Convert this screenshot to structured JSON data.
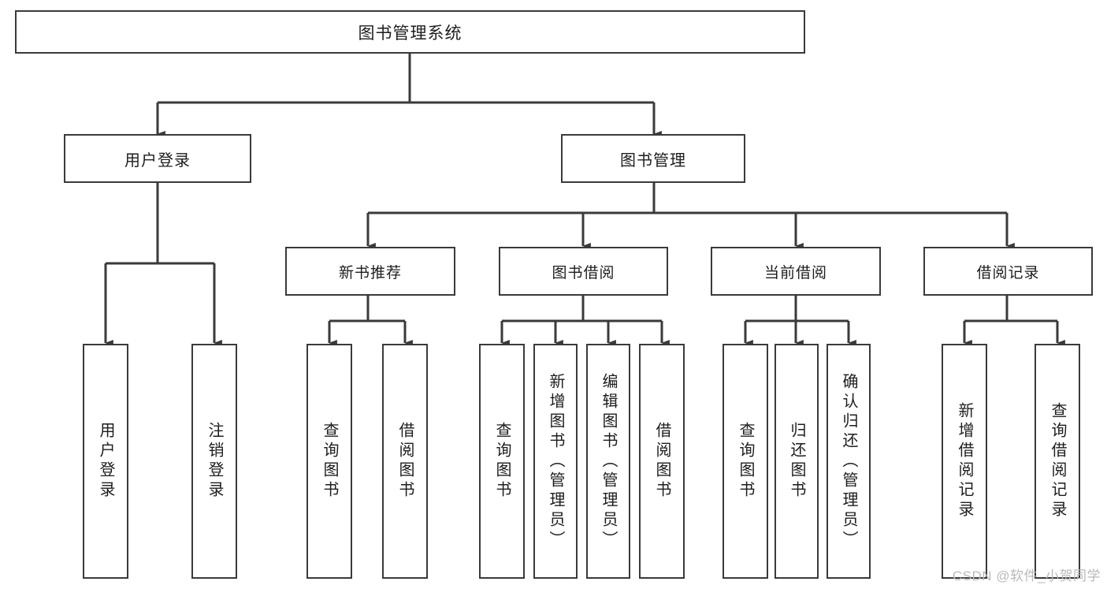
{
  "diagram": {
    "title": "图书管理系统",
    "type": "tree",
    "watermark": "CSDN @软件_小贺同学",
    "colors": {
      "stroke": "#3a3a3a",
      "fill": "#ffffff",
      "text": "#1d1d1d",
      "watermark": "#b9b9b9"
    },
    "root": {
      "label": "图书管理系统"
    },
    "level2": [
      {
        "id": "user-login",
        "label": "用户登录"
      },
      {
        "id": "book-management",
        "label": "图书管理"
      }
    ],
    "level3": [
      {
        "id": "new-book-recommend",
        "label": "新书推荐"
      },
      {
        "id": "book-borrow",
        "label": "图书借阅"
      },
      {
        "id": "current-borrow",
        "label": "当前借阅"
      },
      {
        "id": "borrow-record",
        "label": "借阅记录"
      }
    ],
    "leaves": {
      "user_login": [
        {
          "id": "leaf-user-login",
          "label": "用户登录"
        },
        {
          "id": "leaf-logout-login",
          "label": "注销登录"
        }
      ],
      "new_book_recommend": [
        {
          "id": "leaf-query-book-1",
          "label": "查询图书"
        },
        {
          "id": "leaf-borrow-book-1",
          "label": "借阅图书"
        }
      ],
      "book_borrow": [
        {
          "id": "leaf-query-book-2",
          "label": "查询图书"
        },
        {
          "id": "leaf-add-book",
          "label": "新增图书（管理员）"
        },
        {
          "id": "leaf-edit-book",
          "label": "编辑图书（管理员）"
        },
        {
          "id": "leaf-borrow-book-2",
          "label": "借阅图书"
        }
      ],
      "current_borrow": [
        {
          "id": "leaf-query-book-3",
          "label": "查询图书"
        },
        {
          "id": "leaf-return-book",
          "label": "归还图书"
        },
        {
          "id": "leaf-confirm-return",
          "label": "确认归还（管理员）"
        }
      ],
      "borrow_record": [
        {
          "id": "leaf-add-borrow-record",
          "label": "新增借阅记录"
        },
        {
          "id": "leaf-query-borrow-record",
          "label": "查询借阅记录"
        }
      ]
    }
  }
}
